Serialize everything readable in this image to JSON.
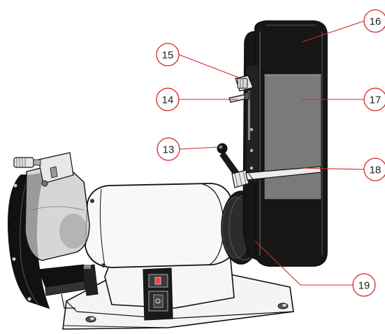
{
  "diagram": {
    "colors": {
      "accent": "#d6262b",
      "outline": "#111111",
      "belt": "#161616",
      "abrasive": "#7a7a7a",
      "metal": "#f4f4f4",
      "guard": "#c8c8c8"
    },
    "callouts": [
      {
        "id": "c13",
        "label": "13"
      },
      {
        "id": "c14",
        "label": "14"
      },
      {
        "id": "c15",
        "label": "15"
      },
      {
        "id": "c16",
        "label": "16"
      },
      {
        "id": "c17",
        "label": "17"
      },
      {
        "id": "c18",
        "label": "18"
      },
      {
        "id": "c19",
        "label": "19"
      }
    ]
  }
}
